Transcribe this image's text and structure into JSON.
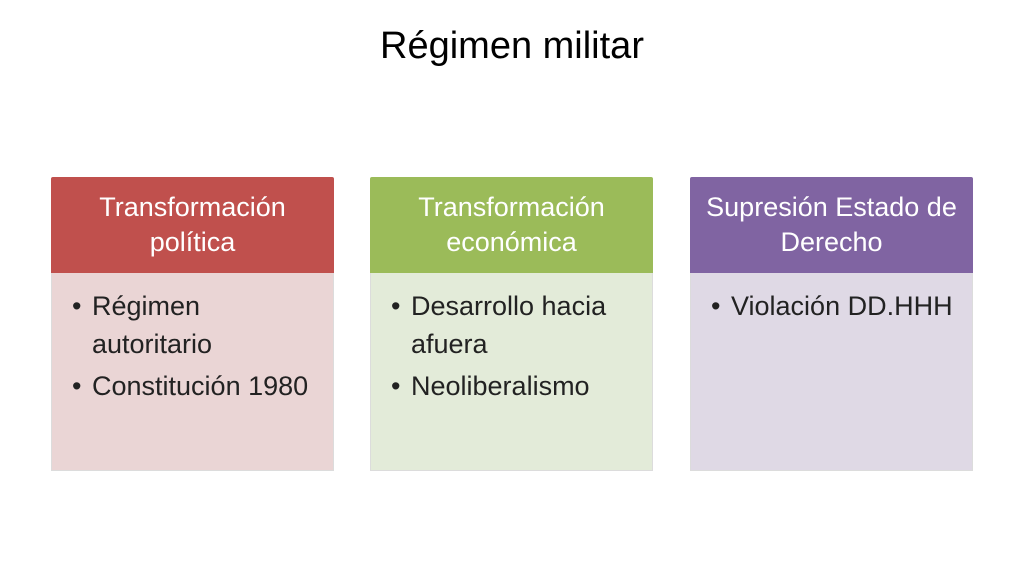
{
  "slide": {
    "title": "Régimen militar"
  },
  "columns": [
    {
      "header": "Transformación política",
      "header_color": "#C0504D",
      "body_color": "#EAD5D5",
      "bullets": [
        "Régimen autoritario",
        "Constitución 1980"
      ]
    },
    {
      "header": "Transformación económica",
      "header_color": "#9BBB59",
      "body_color": "#E3EBD9",
      "bullets": [
        "Desarrollo hacia afuera",
        "Neoliberalismo"
      ]
    },
    {
      "header": "Supresión Estado de Derecho",
      "header_color": "#8064A2",
      "body_color": "#DFD9E5",
      "bullets": [
        "Violación DD.HHH"
      ]
    }
  ],
  "bullet_glyph": "•"
}
